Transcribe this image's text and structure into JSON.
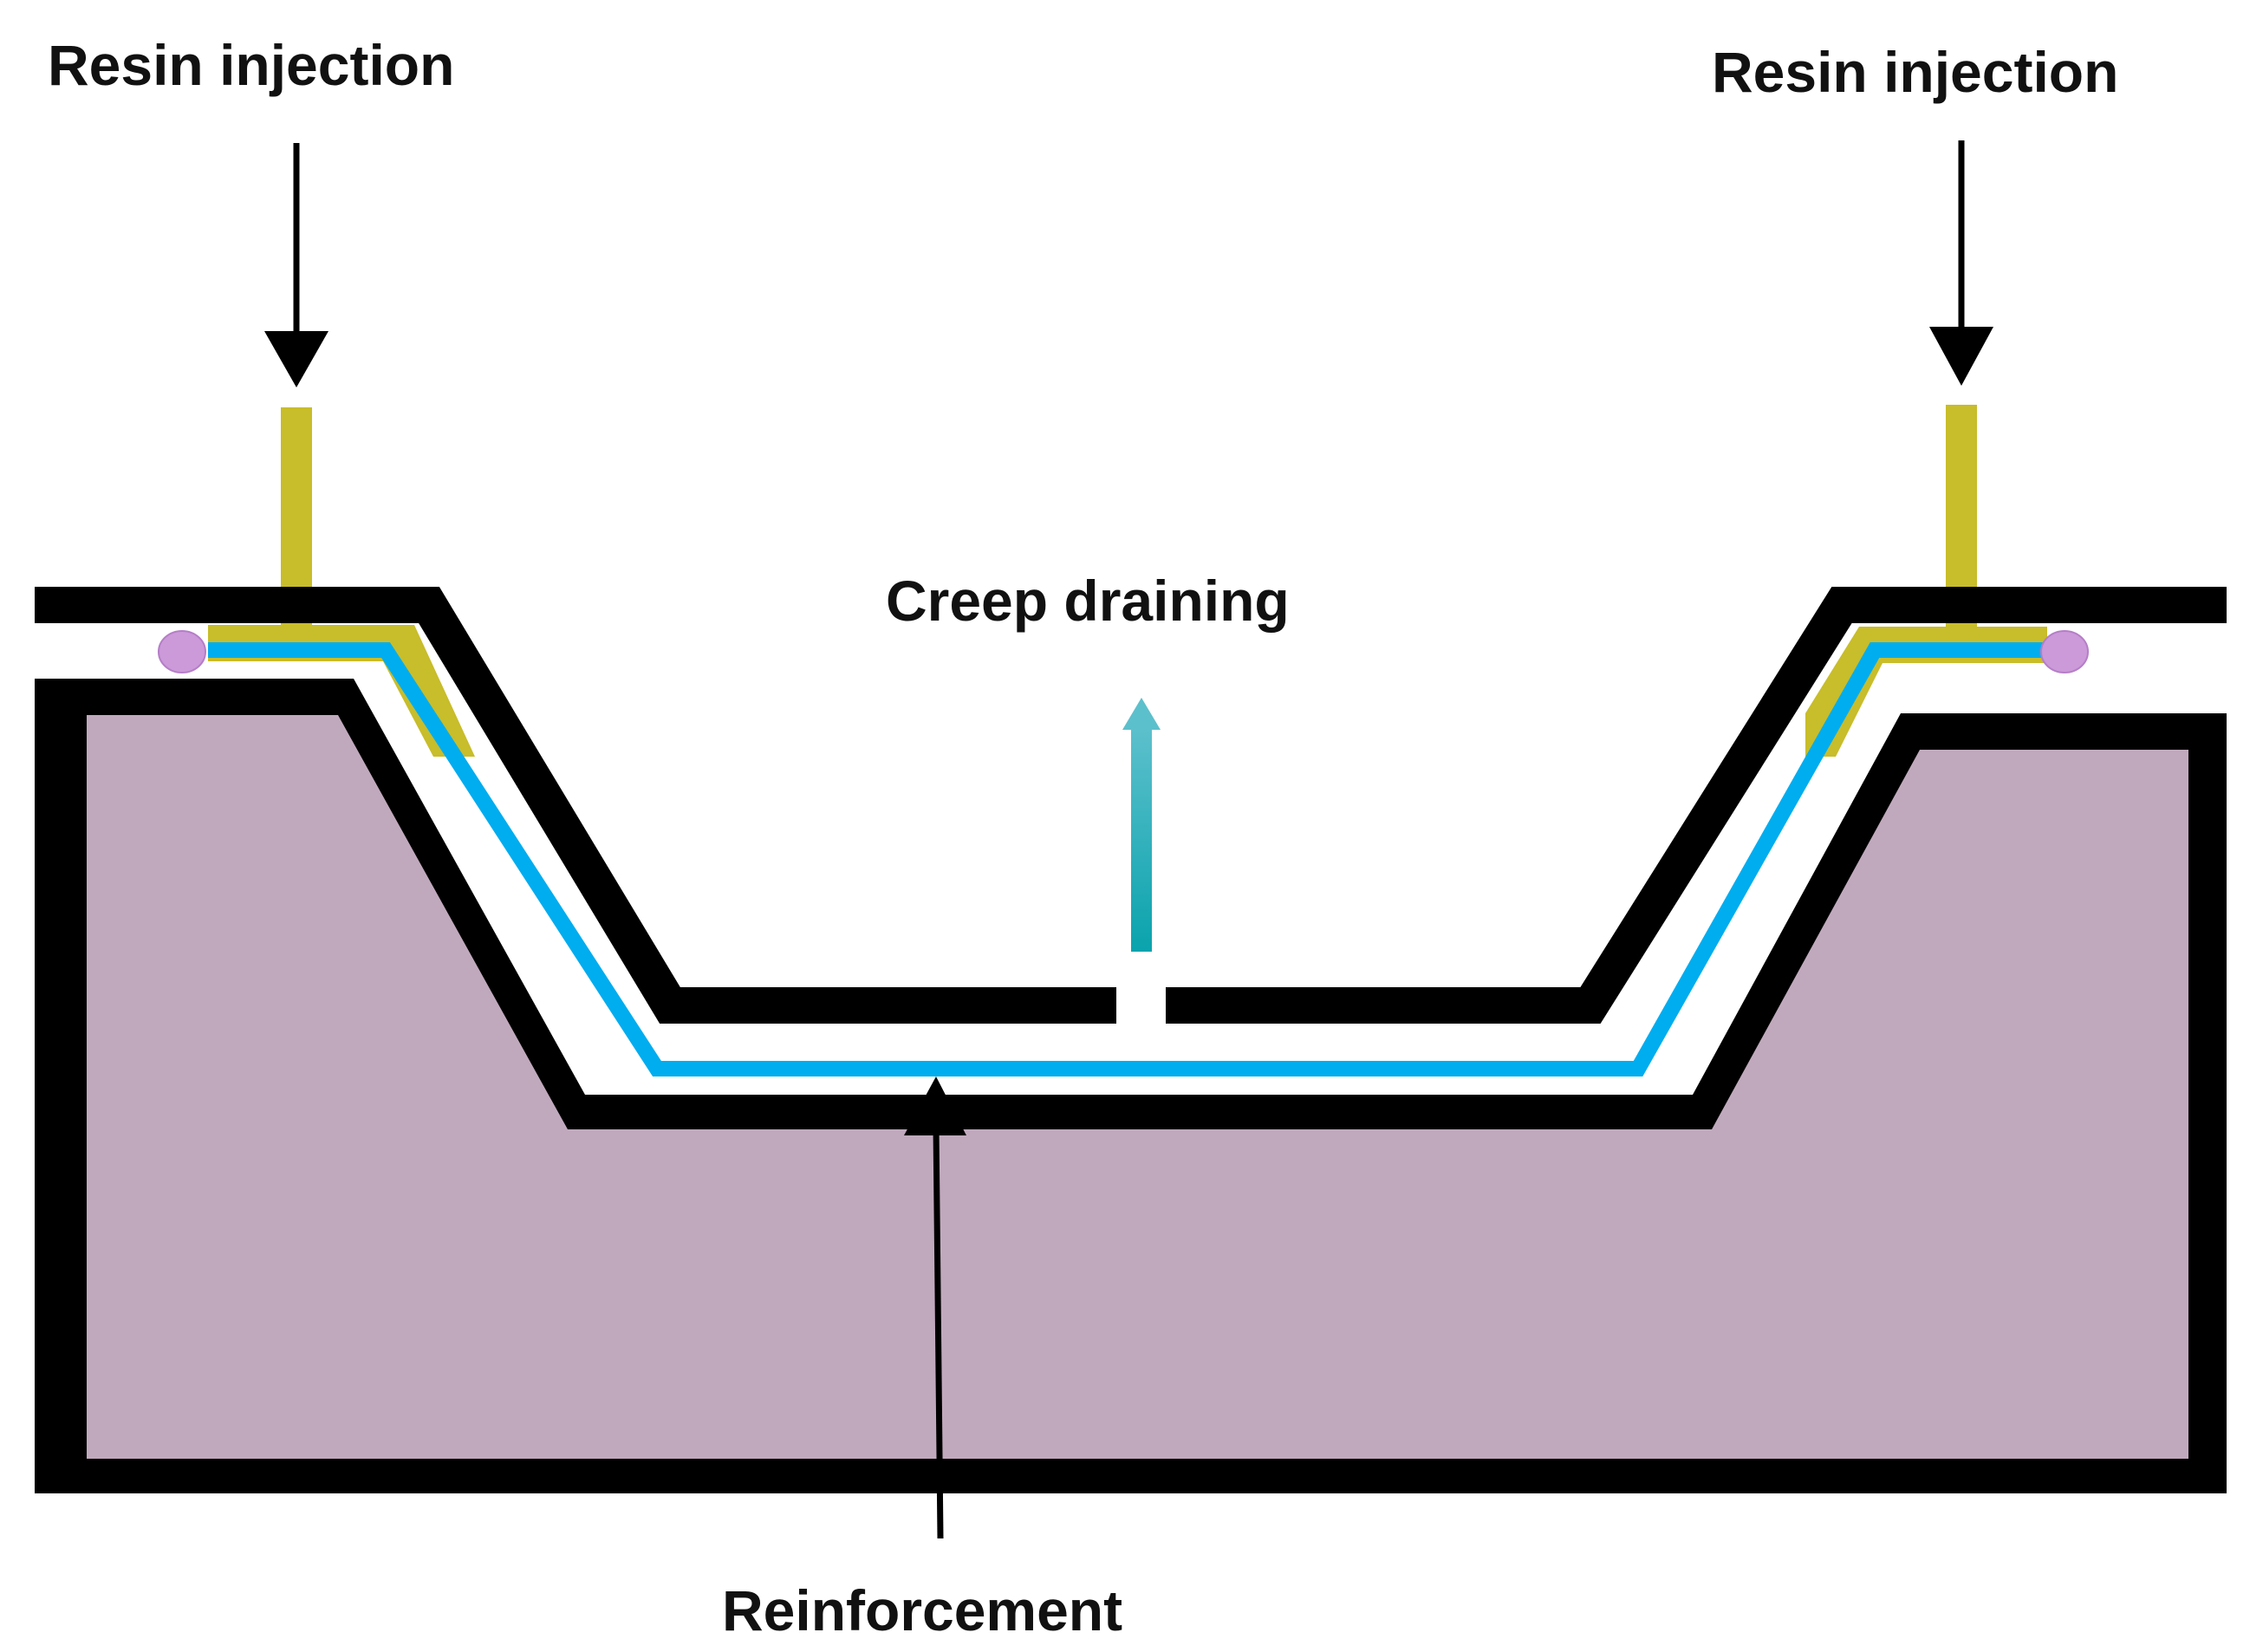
{
  "labels": {
    "resin_injection_left": "Resin injection",
    "resin_injection_right": "Resin injection",
    "creep_draining": "Creep draining",
    "reinforcement": "Reinforcement"
  },
  "colors": {
    "mold": "#c1a9bd",
    "outline": "#000000",
    "resin": "#c8bd2a",
    "reinforcement": "#00adef",
    "seal": "#cc99d9",
    "drain_arrow": "#1aaab8"
  }
}
